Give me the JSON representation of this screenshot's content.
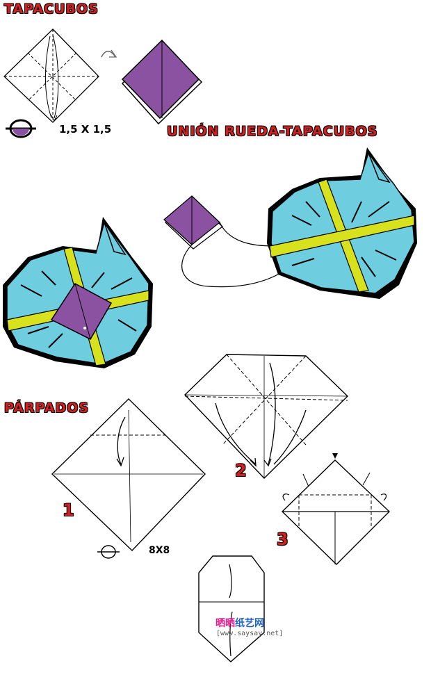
{
  "titles": {
    "tapacubos": "TAPACUBOS",
    "union": "UNIÓN RUEDA-TAPACUBOS",
    "parpados": "PÁRPADOS"
  },
  "sizes": {
    "small": "1,5 X 1,5",
    "big": "8X8"
  },
  "steps": [
    "1",
    "2",
    "3"
  ],
  "watermark": {
    "chinese_part1": "晒晒",
    "chinese_part2": "纸艺网",
    "url": "[www.saysay.net]"
  },
  "colors": {
    "purple": "#8b52a1",
    "blue": "#6fcde0",
    "yellow": "#d7e11e",
    "title_red": "#d21f1f"
  }
}
